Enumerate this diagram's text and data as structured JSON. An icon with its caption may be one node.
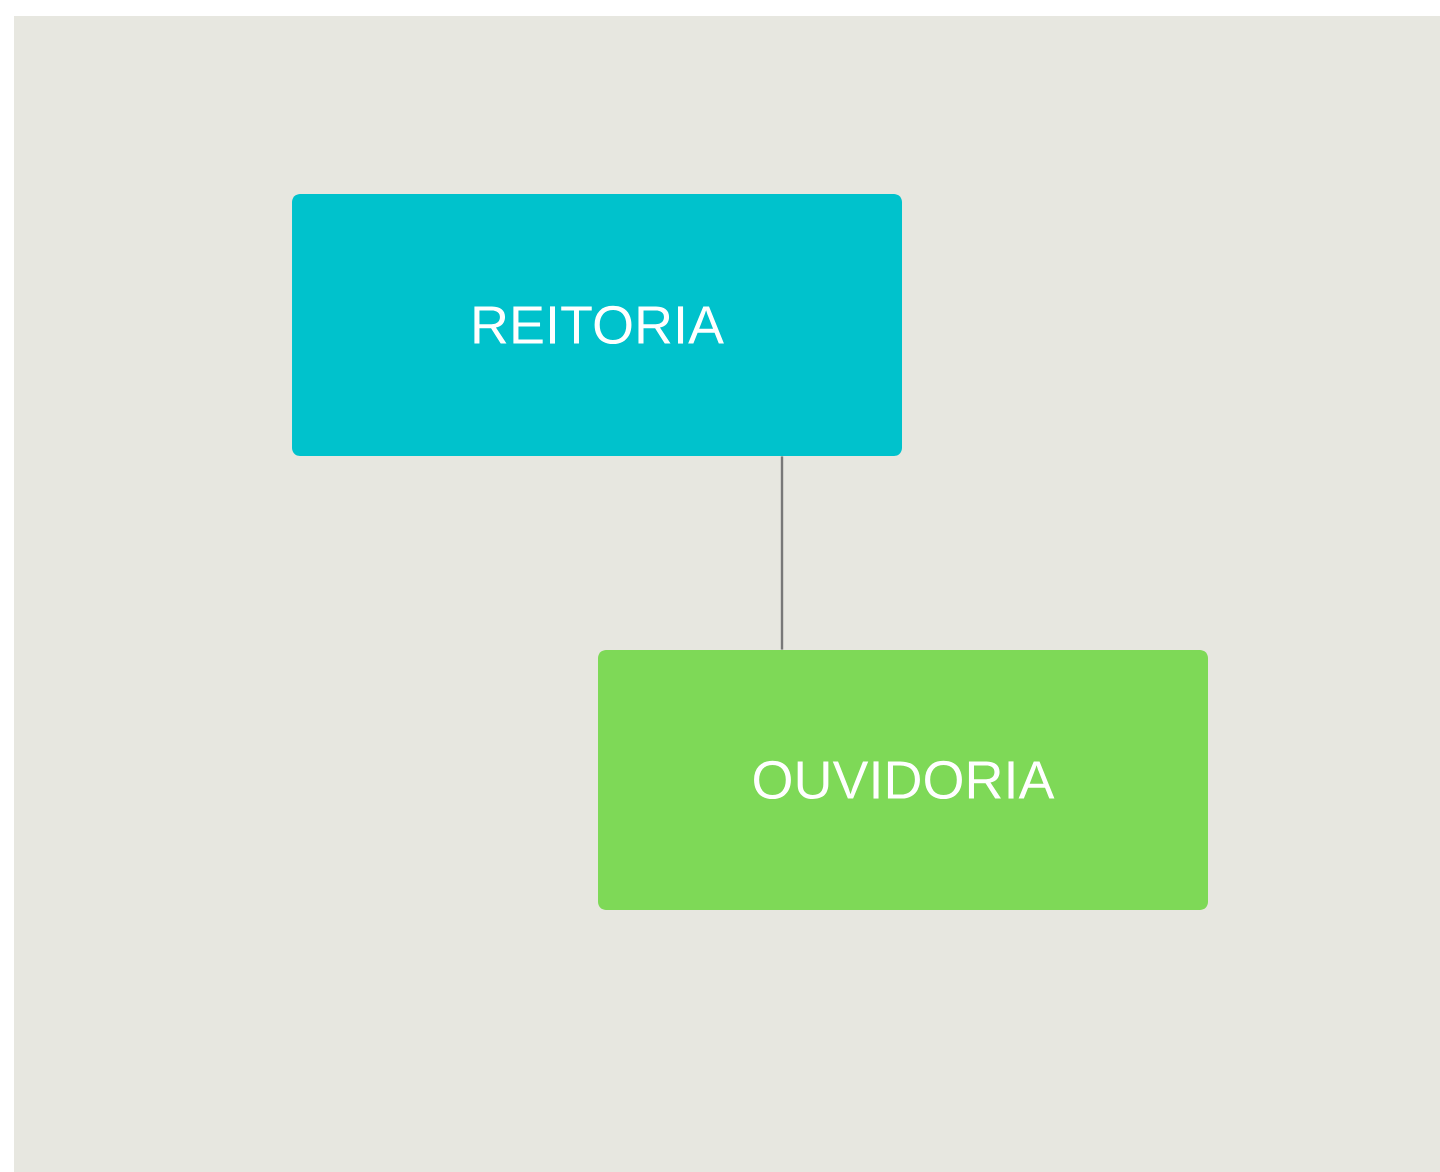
{
  "diagram": {
    "nodes": [
      {
        "text": [
          "REITORIA"
        ]
      },
      {
        "text": [
          "OUVIDORIA"
        ]
      }
    ],
    "edges": [
      {
        "from": 0,
        "to": 1,
        "arrow": "none"
      }
    ]
  }
}
